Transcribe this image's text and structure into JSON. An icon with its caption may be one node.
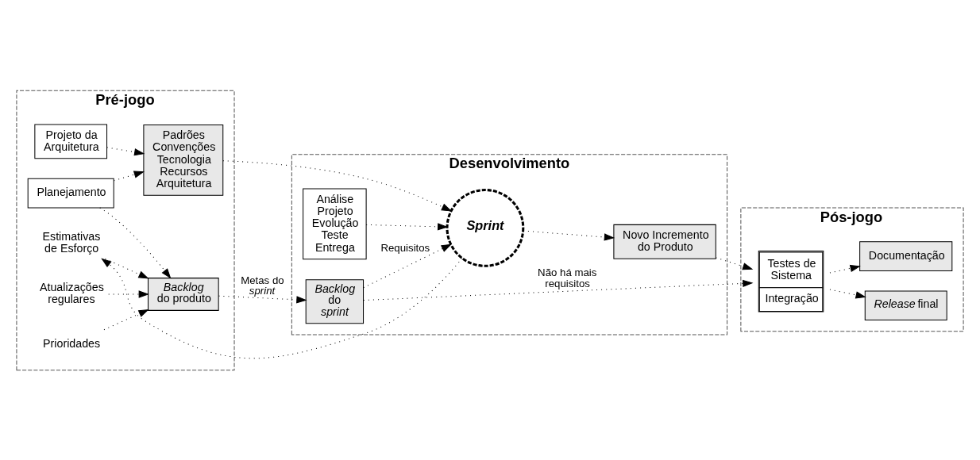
{
  "diagram": {
    "nodes": [
      {
        "text": [
          "Pré-jogo"
        ]
      },
      {
        "text": [
          "Desenvolvimento"
        ]
      },
      {
        "text": [
          "Pós-jogo"
        ]
      },
      {
        "text": [
          "Planejamento"
        ],
        "in": 0
      },
      {
        "text": [
          "Atualizações regulares"
        ],
        "in": 0
      },
      {
        "text": [
          "*Backlog* do produto"
        ],
        "in": 0
      },
      {
        "text": [
          "Prioridades"
        ],
        "in": 0
      },
      {
        "text": [
          "Estimativas de Esforço"
        ],
        "in": 0
      },
      {
        "text": [
          "Projeto da Arquitetura"
        ],
        "in": 0
      },
      {
        "text": [
          "Padrões Convenções Tecnologia Recursos Arquitetura"
        ],
        "in": 0
      },
      {
        "text": [
          "*Backlog* do *sprint*"
        ],
        "in": 1
      },
      {
        "text": [
          "Sprint"
        ],
        "in": 1
      },
      {
        "text": [
          "Análise Projeto Evolução Teste Entrega"
        ],
        "in": 1
      },
      {
        "text": [
          "Novo Incremento do Produto"
        ],
        "in": 1
      },
      {
        "text": [
          "Testes de Sistema",
          "Integração"
        ],
        "in": 2
      },
      {
        "text": [
          "*Release* final"
        ],
        "in": 2
      },
      {
        "text": [
          "Documentação"
        ],
        "in": 2
      }
    ],
    "edges": [
      {
        "from": 3,
        "to": 5,
        "arrow": "to"
      },
      {
        "from": 4,
        "to": 5,
        "arrow": "to"
      },
      {
        "from": 6,
        "to": 5,
        "arrow": "to"
      },
      {
        "from": 7,
        "to": 5,
        "arrow": "to"
      },
      {
        "from": 3,
        "to": 9,
        "arrow": "to"
      },
      {
        "from": 8,
        "to": 9,
        "arrow": "to"
      },
      {
        "from": 5,
        "to": 10,
        "arrow": "to",
        "label": "Metas do *sprint*"
      },
      {
        "from": 10,
        "to": 11,
        "arrow": "to",
        "label": "Requisitos"
      },
      {
        "from": 10,
        "to": 14,
        "arrow": "to",
        "label": "Não há mais requisitos"
      },
      {
        "from": 12,
        "to": 11,
        "arrow": "to"
      },
      {
        "from": 9,
        "to": 11,
        "arrow": "to"
      },
      {
        "from": 11,
        "to": 7,
        "arrow": "to"
      },
      {
        "from": 11,
        "to": 13,
        "arrow": "to"
      },
      {
        "from": 13,
        "to": 14,
        "arrow": "to"
      },
      {
        "from": 14,
        "to": 15,
        "arrow": "to"
      },
      {
        "from": 14,
        "to": 16,
        "arrow": "to"
      }
    ]
  }
}
